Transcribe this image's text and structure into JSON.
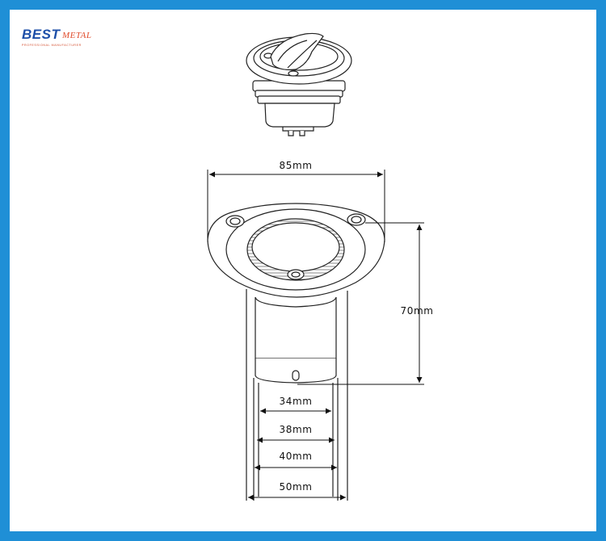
{
  "logo": {
    "word1": "BEST",
    "word2": "METAL",
    "tagline": "PROFESSIONAL MANUFACTURER"
  },
  "dimensions": {
    "top_width": "85mm",
    "height": "70mm",
    "d1": "34mm",
    "d2": "38mm",
    "d3": "40mm",
    "d4": "50mm"
  },
  "colors": {
    "frame": "#1f8fd6",
    "logo_primary": "#1d4fa8",
    "logo_accent": "#e04a2a",
    "line": "#222222"
  }
}
